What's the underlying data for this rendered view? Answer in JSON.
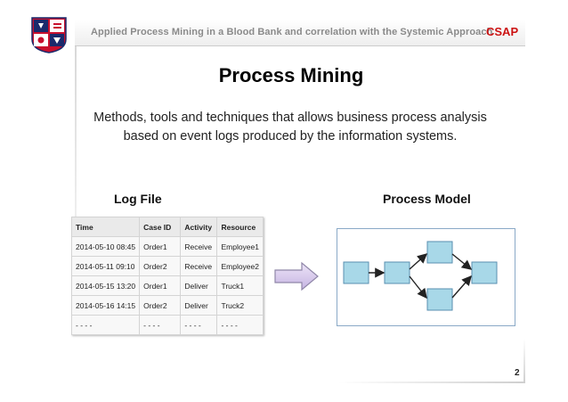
{
  "header": {
    "title": "Applied Process Mining in a Blood Bank and correlation with the Systemic Approach",
    "brand": "CSAP"
  },
  "slide": {
    "title": "Process Mining",
    "subtitle": "Methods, tools and techniques that allows business process analysis based on event logs produced by the information systems.",
    "log_label": "Log File",
    "model_label": "Process Model",
    "page_number": "2"
  },
  "log_table": {
    "headers": [
      "Time",
      "Case ID",
      "Activity",
      "Resource"
    ],
    "rows": [
      [
        "2014-05-10 08:45",
        "Order1",
        "Receive",
        "Employee1"
      ],
      [
        "2014-05-11 09:10",
        "Order2",
        "Receive",
        "Employee2"
      ],
      [
        "2014-05-15 13:20",
        "Order1",
        "Deliver",
        "Truck1"
      ],
      [
        "2014-05-16 14:15",
        "Order2",
        "Deliver",
        "Truck2"
      ],
      [
        "- - - -",
        "- - - -",
        "- - - -",
        "- - - -"
      ]
    ]
  },
  "icons": {
    "logo": "university-crest-icon",
    "arrow": "right-arrow-icon"
  },
  "colors": {
    "brand_red": "#cc1111",
    "header_text": "#8a8a8a",
    "node_fill": "#a8d8e8",
    "node_stroke": "#5a8fb0",
    "arrow_fill": "#d7c8ec"
  }
}
